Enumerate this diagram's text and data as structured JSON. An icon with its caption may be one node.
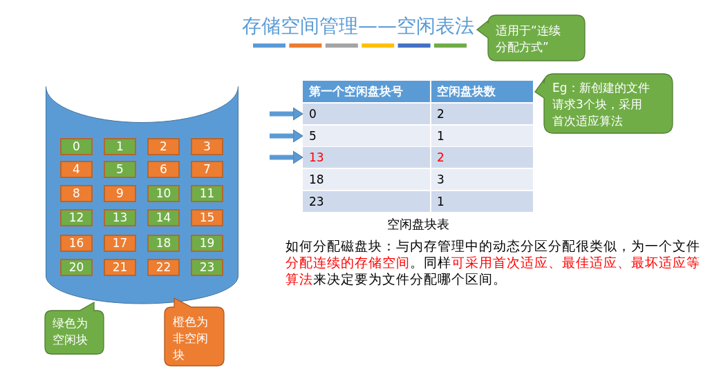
{
  "diagram": {
    "title": "存储空间管理——空闲表法",
    "nodes": [
      {
        "text": [
          "适用于“连续分配方式”"
        ]
      },
      {
        "text": [],
        "shape": "cylinder"
      },
      {
        "text": [
          "0"
        ],
        "in": 1
      },
      {
        "text": [
          "1"
        ],
        "in": 1
      },
      {
        "text": [
          "2"
        ],
        "in": 1
      },
      {
        "text": [
          "3"
        ],
        "in": 1
      },
      {
        "text": [
          "4"
        ],
        "in": 1
      },
      {
        "text": [
          "5"
        ],
        "in": 1
      },
      {
        "text": [
          "6"
        ],
        "in": 1
      },
      {
        "text": [
          "7"
        ],
        "in": 1
      },
      {
        "text": [
          "8"
        ],
        "in": 1
      },
      {
        "text": [
          "9"
        ],
        "in": 1
      },
      {
        "text": [
          "10"
        ],
        "in": 1
      },
      {
        "text": [
          "11"
        ],
        "in": 1
      },
      {
        "text": [
          "12"
        ],
        "in": 1
      },
      {
        "text": [
          "13"
        ],
        "in": 1
      },
      {
        "text": [
          "14"
        ],
        "in": 1
      },
      {
        "text": [
          "15"
        ],
        "in": 1
      },
      {
        "text": [
          "16"
        ],
        "in": 1
      },
      {
        "text": [
          "17"
        ],
        "in": 1
      },
      {
        "text": [
          "18"
        ],
        "in": 1
      },
      {
        "text": [
          "19"
        ],
        "in": 1
      },
      {
        "text": [
          "20"
        ],
        "in": 1
      },
      {
        "text": [
          "21"
        ],
        "in": 1
      },
      {
        "text": [
          "22"
        ],
        "in": 1
      },
      {
        "text": [
          "23"
        ],
        "in": 1
      },
      {
        "text": [
          "第一个空闲盘块号",
          "空闲盘块数"
        ]
      },
      {
        "text": [
          "0",
          "2"
        ]
      },
      {
        "text": [
          "5",
          "1"
        ]
      },
      {
        "text": [
          "13",
          "2"
        ]
      },
      {
        "text": [
          "18",
          "3"
        ]
      },
      {
        "text": [
          "23",
          "1"
        ]
      },
      {
        "text": [
          "Eg：新创建的文件请求3个块，采用首次适应算法"
        ]
      },
      {
        "text": [
          "绿色为空闲块"
        ]
      },
      {
        "text": [
          "橙色为非空闲块"
        ]
      }
    ],
    "edges": [
      {
        "from": null,
        "to": 27,
        "arrow": "to"
      },
      {
        "from": null,
        "to": 28,
        "arrow": "to"
      },
      {
        "from": null,
        "to": 29,
        "arrow": "to"
      }
    ],
    "labels": [
      "空闲盘块表",
      "如何分配磁盘块：与内存管理中的动态分区分配很类似，为一个文件**分配连续的存储空间**。同样**可采用首次适应、最佳适应、最坏适应等算法**来决定要为文件分配哪个区间。"
    ]
  }
}
